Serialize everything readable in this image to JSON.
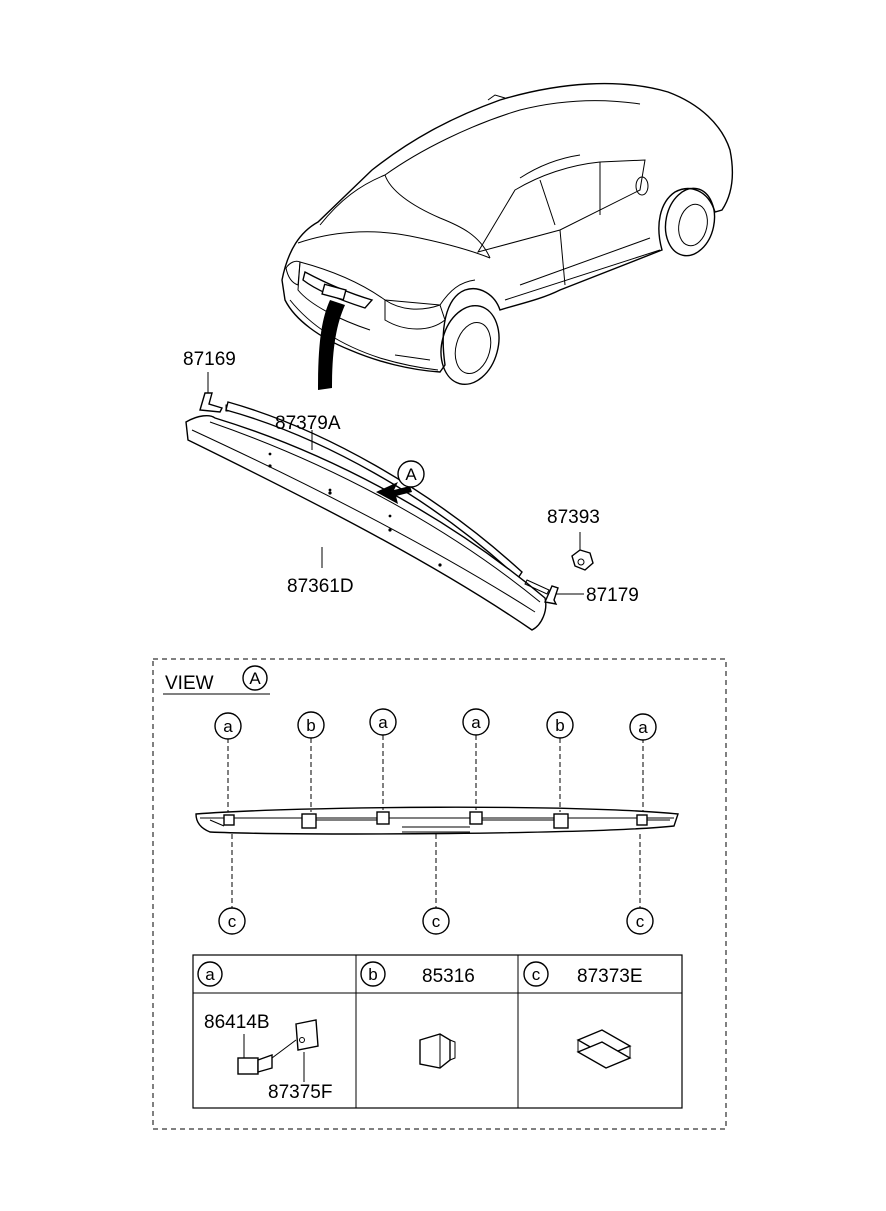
{
  "parts": {
    "p87169": "87169",
    "p87379A": "87379A",
    "p87393": "87393",
    "p87361D": "87361D",
    "p87179": "87179"
  },
  "view": {
    "title": "VIEW",
    "ref_letter": "A"
  },
  "callout_a": "A",
  "legend": {
    "col_a": {
      "letter": "a",
      "part_code": "",
      "parts": [
        "86414B",
        "87375F"
      ]
    },
    "col_b": {
      "letter": "b",
      "part_code": "85316"
    },
    "col_c": {
      "letter": "c",
      "part_code": "87373E"
    }
  },
  "top_markers": [
    "a",
    "b",
    "a",
    "a",
    "b",
    "a"
  ],
  "bottom_markers": [
    "c",
    "c",
    "c"
  ]
}
